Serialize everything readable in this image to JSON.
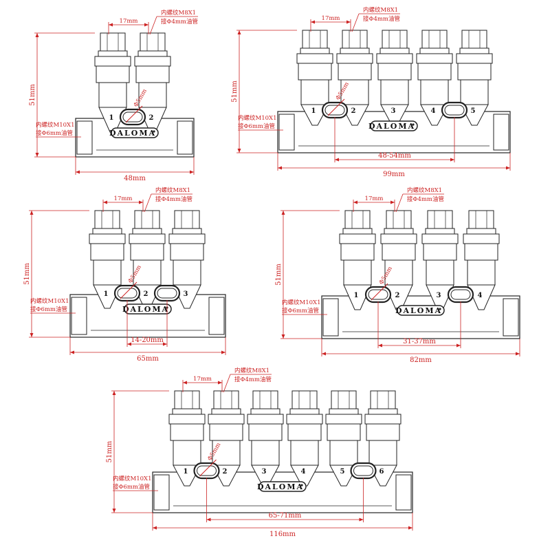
{
  "colors": {
    "outline": "#222222",
    "dimension": "#cc2222",
    "background": "#ffffff"
  },
  "brand": "DALOMA",
  "diagrams": [
    {
      "id": "two-port",
      "ports": [
        "1",
        "2"
      ],
      "pitch_label": "17mm",
      "port_thread_label": "内螺纹M8X1",
      "port_tube_label": "接Φ4mm油管",
      "height_label": "51mm",
      "inlet_thread_label": "内螺纹M10X1",
      "inlet_tube_label": "接Φ6mm油管",
      "hole_label": "Φ5mm",
      "width_label": "48mm",
      "slot_label": ""
    },
    {
      "id": "five-port",
      "ports": [
        "1",
        "2",
        "3",
        "4",
        "5"
      ],
      "pitch_label": "17mm",
      "port_thread_label": "内螺纹M8X1",
      "port_tube_label": "接Φ4mm油管",
      "height_label": "51mm",
      "inlet_thread_label": "内螺纹M10X1",
      "inlet_tube_label": "接Φ6mm油管",
      "hole_label": "Φ5mm",
      "width_label": "99mm",
      "slot_label": "48-54mm"
    },
    {
      "id": "three-port",
      "ports": [
        "1",
        "2",
        "3"
      ],
      "pitch_label": "17mm",
      "port_thread_label": "内螺纹M8X1",
      "port_tube_label": "接Φ4mm油管",
      "height_label": "51mm",
      "inlet_thread_label": "内螺纹M10X1",
      "inlet_tube_label": "接Φ6mm油管",
      "hole_label": "Φ5mm",
      "width_label": "65mm",
      "slot_label": "14-20mm"
    },
    {
      "id": "four-port",
      "ports": [
        "1",
        "2",
        "3",
        "4"
      ],
      "pitch_label": "17mm",
      "port_thread_label": "内螺纹M8X1",
      "port_tube_label": "接Φ4mm油管",
      "height_label": "51mm",
      "inlet_thread_label": "内螺纹M10X1",
      "inlet_tube_label": "接Φ6mm油管",
      "hole_label": "Φ5mm",
      "width_label": "82mm",
      "slot_label": "31-37mm"
    },
    {
      "id": "six-port",
      "ports": [
        "1",
        "2",
        "3",
        "4",
        "5",
        "6"
      ],
      "pitch_label": "17mm",
      "port_thread_label": "内螺纹M8X1",
      "port_tube_label": "接Φ4mm油管",
      "height_label": "51mm",
      "inlet_thread_label": "内螺纹M10X1",
      "inlet_tube_label": "接Φ6mm油管",
      "hole_label": "Φ5mm",
      "width_label": "116mm",
      "slot_label": "65-71mm"
    }
  ]
}
